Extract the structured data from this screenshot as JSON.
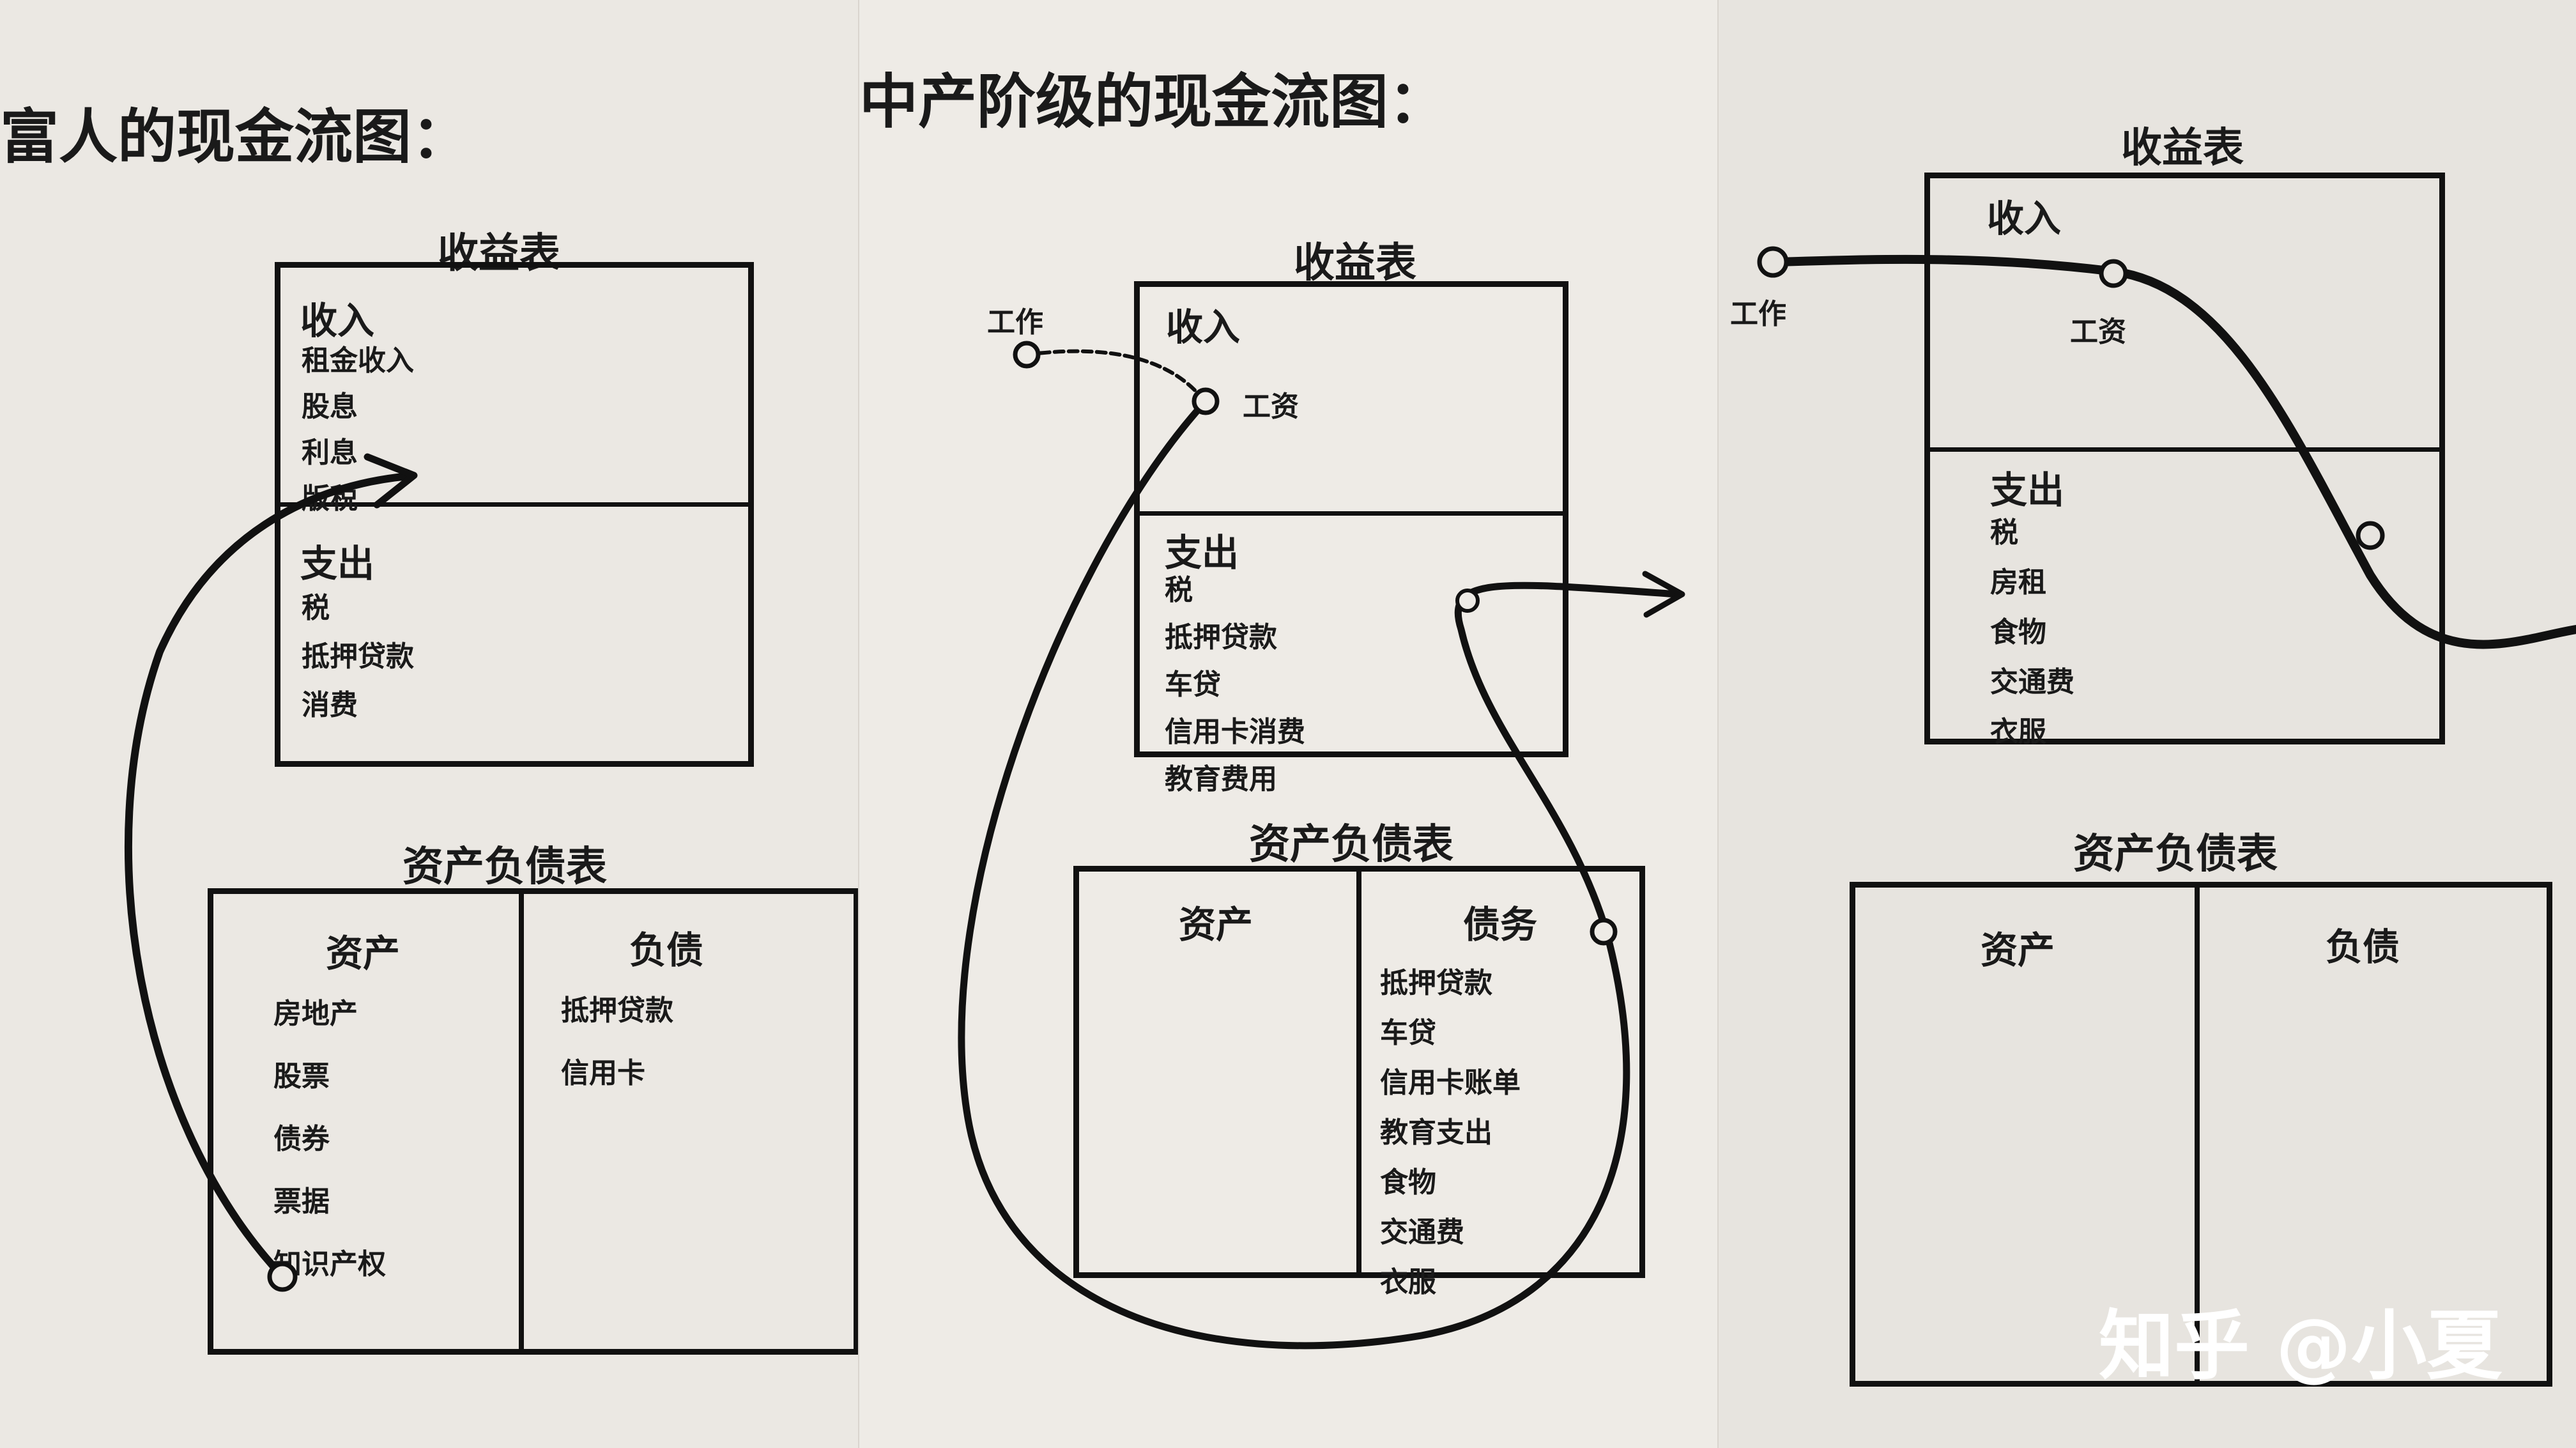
{
  "rich": {
    "title": "富人的现金流图：",
    "income_statement": "收益表",
    "income": "收入",
    "income_items": [
      "租金收入",
      "股息",
      "利息",
      "版税"
    ],
    "expense": "支出",
    "expense_items": [
      "税",
      "抵押贷款",
      "消费"
    ],
    "balance_sheet": "资产负债表",
    "assets": "资产",
    "asset_items": [
      "房地产",
      "股票",
      "债券",
      "票据",
      "知识产权"
    ],
    "liabilities": "负债",
    "liability_items": [
      "抵押贷款",
      "信用卡"
    ]
  },
  "middle": {
    "title": "中产阶级的现金流图：",
    "work": "工作",
    "income_statement": "收益表",
    "income": "收入",
    "salary": "工资",
    "expense": "支出",
    "expense_items": [
      "税",
      "抵押贷款",
      "车贷",
      "信用卡消费",
      "教育费用"
    ],
    "balance_sheet": "资产负债表",
    "assets": "资产",
    "liabilities": "债务",
    "liability_items": [
      "抵押贷款",
      "车贷",
      "信用卡账单",
      "教育支出",
      "食物",
      "交通费",
      "衣服"
    ]
  },
  "poor": {
    "income_statement": "收益表",
    "work": "工作",
    "income": "收入",
    "salary": "工资",
    "expense": "支出",
    "expense_items": [
      "税",
      "房租",
      "食物",
      "交通费",
      "衣服"
    ],
    "balance_sheet": "资产负债表",
    "assets": "资产",
    "liabilities": "负债"
  },
  "watermark": "知乎 @小夏"
}
